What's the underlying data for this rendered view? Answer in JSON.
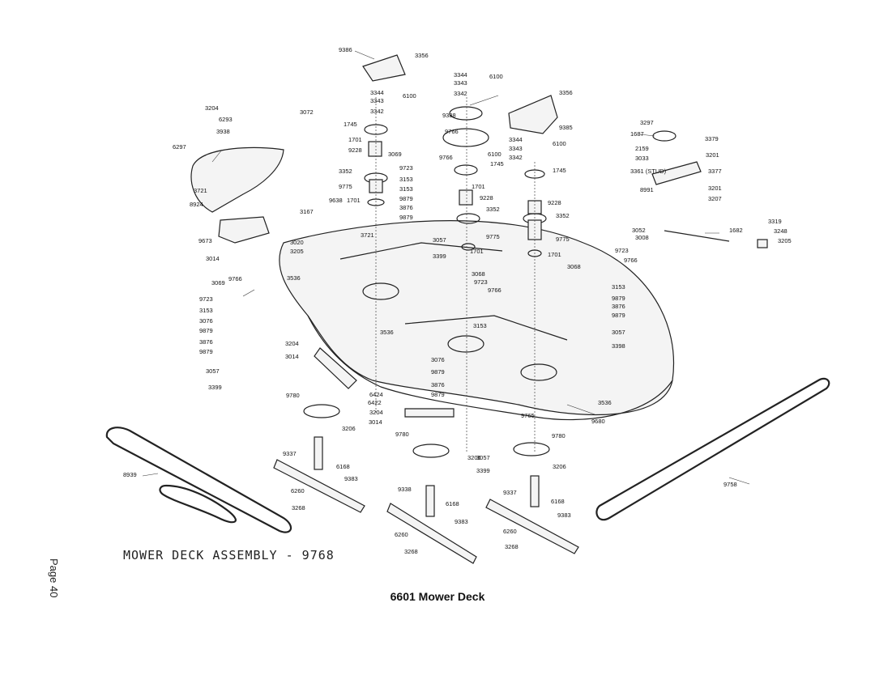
{
  "diagram": {
    "title": "MOWER DECK ASSEMBLY - 9768",
    "part_labels": [
      "9386",
      "3356",
      "3344",
      "3343",
      "3342",
      "6100",
      "3344",
      "3343",
      "3342",
      "6100",
      "9388",
      "9766",
      "3356",
      "9385",
      "3204",
      "3072",
      "6293",
      "3938",
      "1745",
      "1701",
      "9228",
      "3069",
      "9723",
      "9766",
      "6100",
      "1745",
      "3344",
      "3343",
      "3342",
      "6100",
      "1745",
      "6297",
      "3352",
      "9775",
      "3153",
      "3153",
      "1701",
      "9879",
      "3876",
      "9879",
      "1701",
      "9228",
      "3352",
      "9775",
      "1701",
      "9228",
      "3352",
      "9775",
      "1701",
      "3297",
      "1687",
      "2159",
      "3033",
      "3361 (STUD)",
      "8991",
      "3379",
      "3201",
      "3377",
      "3201",
      "3207",
      "3721",
      "8924",
      "9638",
      "3167",
      "3721",
      "9673",
      "3014",
      "3020",
      "3205",
      "3057",
      "3399",
      "3052",
      "3008",
      "1682",
      "3319",
      "3248",
      "3205",
      "3069",
      "9766",
      "9723",
      "3153",
      "3076",
      "9879",
      "3876",
      "9879",
      "3057",
      "3399",
      "3536",
      "3068",
      "9723",
      "9766",
      "3153",
      "3068",
      "9766",
      "9723",
      "3153",
      "9879",
      "3876",
      "9879",
      "3057",
      "3398",
      "3536",
      "3204",
      "3014",
      "3076",
      "9879",
      "3876",
      "9879",
      "3536",
      "9780",
      "3206",
      "6424",
      "6422",
      "3204",
      "3014",
      "9765",
      "9680",
      "9780",
      "3206",
      "9780",
      "3057",
      "3399",
      "3206",
      "9337",
      "6168",
      "9383",
      "6260",
      "3268",
      "8939",
      "9338",
      "6168",
      "9383",
      "6260",
      "3268",
      "9337",
      "6168",
      "9383",
      "6260",
      "3268",
      "9758"
    ]
  },
  "page_label": "Page 40",
  "caption": "6601 Mower Deck"
}
